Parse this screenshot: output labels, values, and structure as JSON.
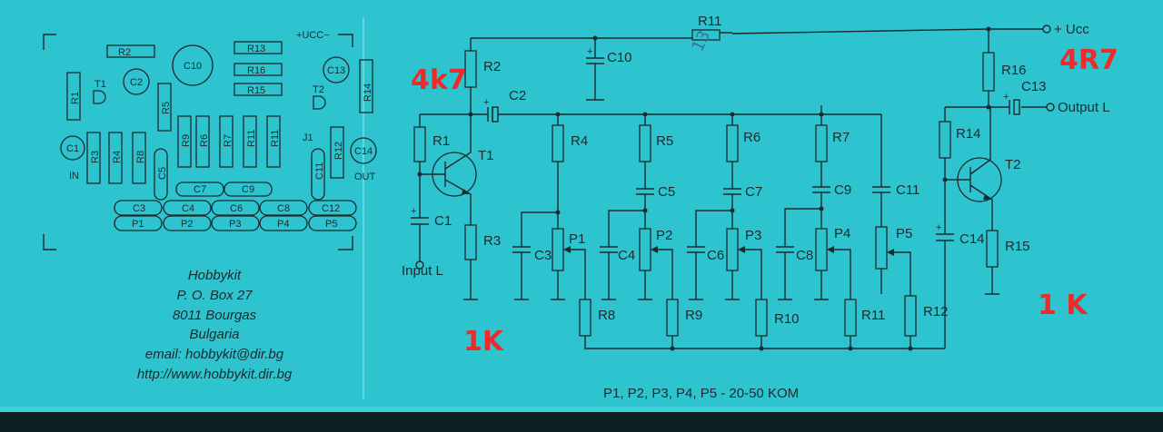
{
  "pcb": {
    "ucc_label": "+UCC−",
    "in_label": "IN",
    "out_label": "OUT",
    "parts": {
      "R1": "R1",
      "R2": "R2",
      "R3": "R3",
      "R4": "R4",
      "R5": "R5",
      "R6": "R6",
      "R7": "R7",
      "R8": "R8",
      "R9": "R9",
      "R11": "R11",
      "R12": "R12",
      "R13": "R13",
      "R14": "R14",
      "R15": "R15",
      "R16": "R16",
      "C1": "C1",
      "C2": "C2",
      "C3": "C3",
      "C4": "C4",
      "C5": "C5",
      "C6": "C6",
      "C7": "C7",
      "C8": "C8",
      "C9": "C9",
      "C10": "C10",
      "C11": "C11",
      "C12": "C12",
      "C13": "C13",
      "C14": "C14",
      "T1": "T1",
      "T2": "T2",
      "J1": "J1",
      "P1": "P1",
      "P2": "P2",
      "P3": "P3",
      "P4": "P4",
      "P5": "P5"
    }
  },
  "address": {
    "line1": "Hobbykit",
    "line2": "P. O. Box 27",
    "line3": "8011 Bourgas",
    "line4": "Bulgaria",
    "line5": "email: hobbykit@dir.bg",
    "line6": "http://www.hobbykit.dir.bg"
  },
  "schematic": {
    "ucc": "+ Ucc",
    "output": "Output L",
    "input": "Input L",
    "note": "P1, P2, P3, P4, P5 - 20-50 KOM",
    "R1": "R1",
    "R2": "R2",
    "R3": "R3",
    "R4": "R4",
    "R5": "R5",
    "R6": "R6",
    "R7": "R7",
    "R8": "R8",
    "R9": "R9",
    "R10": "R10",
    "R11": "R11",
    "R11b": "R11",
    "R12": "R12",
    "R14": "R14",
    "R15": "R15",
    "R16": "R16",
    "C1": "C1",
    "C2": "C2",
    "C3": "C3",
    "C4": "C4",
    "C5": "C5",
    "C6": "C6",
    "C7": "C7",
    "C8": "C8",
    "C9": "C9",
    "C10": "C10",
    "C11": "C11",
    "C13": "C13",
    "C14": "C14",
    "T1": "T1",
    "T2": "T2",
    "P1": "P1",
    "P2": "P2",
    "P3": "P3",
    "P4": "P4",
    "P5": "P5"
  },
  "annotations": {
    "r2_value": "4k7",
    "r16_value": "4R7",
    "r3_value": "1K",
    "r15_value": "1 K",
    "r11_value": "13"
  },
  "colors": {
    "paper": "#2ec4cf",
    "ink": "#1c2a2e",
    "marker": "#ee2a2a",
    "pencil": "#3a6fa0"
  }
}
